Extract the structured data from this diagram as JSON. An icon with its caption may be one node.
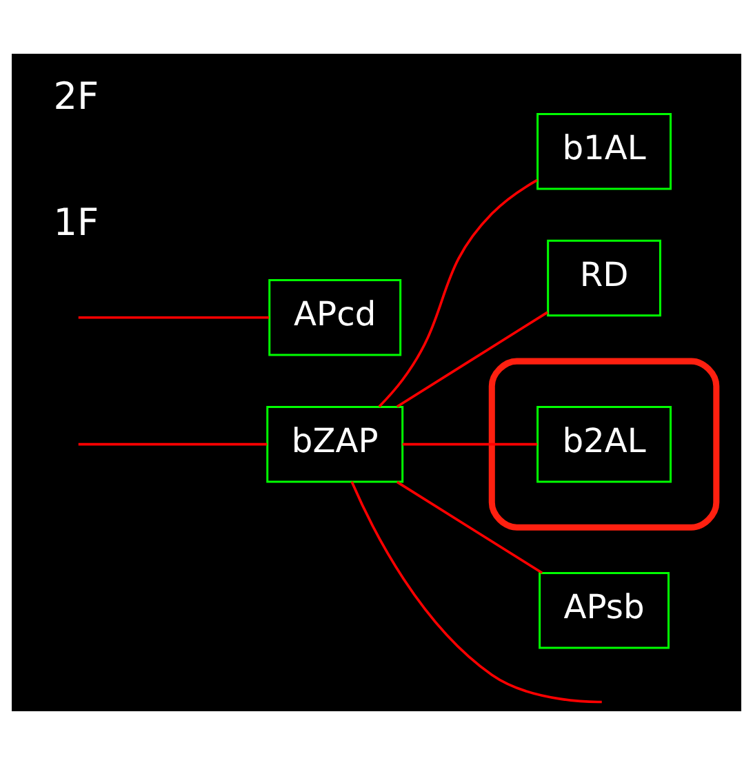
{
  "diagram": {
    "nodes": [
      {
        "text": [
          "bZAP"
        ]
      },
      {
        "text": [
          "b1AL"
        ]
      },
      {
        "text": [
          "APcd"
        ]
      },
      {
        "text": [
          "RD"
        ]
      },
      {
        "text": [],
        "shape": "box"
      },
      {
        "text": [
          "b2AL"
        ],
        "in": 4
      },
      {
        "text": [
          "APsb"
        ]
      }
    ],
    "edges": [
      {
        "from": null,
        "to": 0,
        "arrow": "none"
      },
      {
        "from": 0,
        "to": null,
        "arrow": "none"
      },
      {
        "from": 0,
        "to": 1,
        "arrow": "none"
      },
      {
        "from": null,
        "to": 2,
        "arrow": "none"
      },
      {
        "from": 0,
        "to": 3,
        "arrow": "none"
      },
      {
        "from": 0,
        "to": 5,
        "arrow": "none"
      },
      {
        "from": 0,
        "to": 6,
        "arrow": "none"
      }
    ],
    "labels": [
      "1F",
      "2F"
    ]
  }
}
